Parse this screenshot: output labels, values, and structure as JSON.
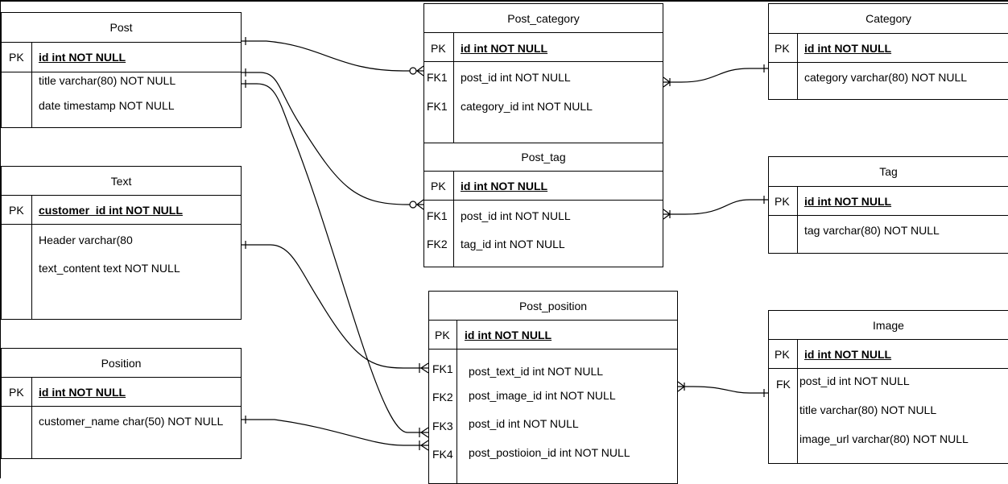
{
  "entities": {
    "post": {
      "name": "Post",
      "pk": {
        "key": "PK",
        "field": "id int NOT NULL"
      },
      "fields": [
        {
          "key": "",
          "text": "title varchar(80) NOT NULL"
        },
        {
          "key": "",
          "text": "date timestamp NOT NULL"
        }
      ]
    },
    "text": {
      "name": "Text",
      "pk": {
        "key": "PK",
        "field": "customer_id int NOT NULL"
      },
      "fields": [
        {
          "key": "",
          "text": "Header varchar(80"
        },
        {
          "key": "",
          "text": "text_content text NOT NULL"
        }
      ]
    },
    "position": {
      "name": "Position",
      "pk": {
        "key": "PK",
        "field": "id int NOT NULL"
      },
      "fields": [
        {
          "key": "",
          "text": "customer_name char(50) NOT NULL"
        }
      ]
    },
    "post_category": {
      "name": "Post_category",
      "pk": {
        "key": "PK",
        "field": "id int NOT NULL"
      },
      "fields": [
        {
          "key": "FK1",
          "text": "post_id int NOT NULL"
        },
        {
          "key": "FK1",
          "text": "category_id int NOT NULL"
        }
      ]
    },
    "post_tag": {
      "name": "Post_tag",
      "pk": {
        "key": "PK",
        "field": "id int NOT NULL"
      },
      "fields": [
        {
          "key": "FK1",
          "text": "post_id int NOT NULL"
        },
        {
          "key": "FK2",
          "text": "tag_id int NOT NULL"
        }
      ]
    },
    "post_position": {
      "name": "Post_position",
      "pk": {
        "key": "PK",
        "field": "id int NOT NULL"
      },
      "fields": [
        {
          "key": "FK1",
          "text": "post_text_id int NOT NULL"
        },
        {
          "key": "FK2",
          "text": "post_image_id int NOT NULL"
        },
        {
          "key": "FK3",
          "text": "post_id int NOT NULL"
        },
        {
          "key": "FK4",
          "text": "post_postioion_id int NOT NULL"
        }
      ]
    },
    "category": {
      "name": "Category",
      "pk": {
        "key": "PK",
        "field": "id int NOT NULL"
      },
      "fields": [
        {
          "key": "",
          "text": "category varchar(80) NOT NULL"
        }
      ]
    },
    "tag": {
      "name": "Tag",
      "pk": {
        "key": "PK",
        "field": "id int NOT NULL"
      },
      "fields": [
        {
          "key": "",
          "text": "tag varchar(80) NOT NULL"
        }
      ]
    },
    "image": {
      "name": "Image",
      "pk": {
        "key": "PK",
        "field": "id int NOT NULL"
      },
      "fields": [
        {
          "key": "FK",
          "text": "post_id int NOT NULL"
        },
        {
          "key": "",
          "text": "title varchar(80) NOT NULL"
        },
        {
          "key": "",
          "text": "image_url varchar(80) NOT NULL"
        }
      ]
    }
  },
  "relationships": [
    {
      "from": "Post",
      "to": "Post_category",
      "from_end": "one",
      "to_end": "zero-or-many"
    },
    {
      "from": "Post",
      "to": "Post_tag",
      "from_end": "one",
      "to_end": "zero-or-many"
    },
    {
      "from": "Post",
      "to": "Post_position",
      "from_end": "one",
      "to_end": "one-or-many"
    },
    {
      "from": "Text",
      "to": "Post_position",
      "from_end": "one",
      "to_end": "one-or-many"
    },
    {
      "from": "Position",
      "to": "Post_position",
      "from_end": "one",
      "to_end": "one-or-many"
    },
    {
      "from": "Category",
      "to": "Post_category",
      "from_end": "one",
      "to_end": "many"
    },
    {
      "from": "Tag",
      "to": "Post_tag",
      "from_end": "one",
      "to_end": "many"
    },
    {
      "from": "Image",
      "to": "Post_position",
      "from_end": "one",
      "to_end": "many"
    }
  ]
}
